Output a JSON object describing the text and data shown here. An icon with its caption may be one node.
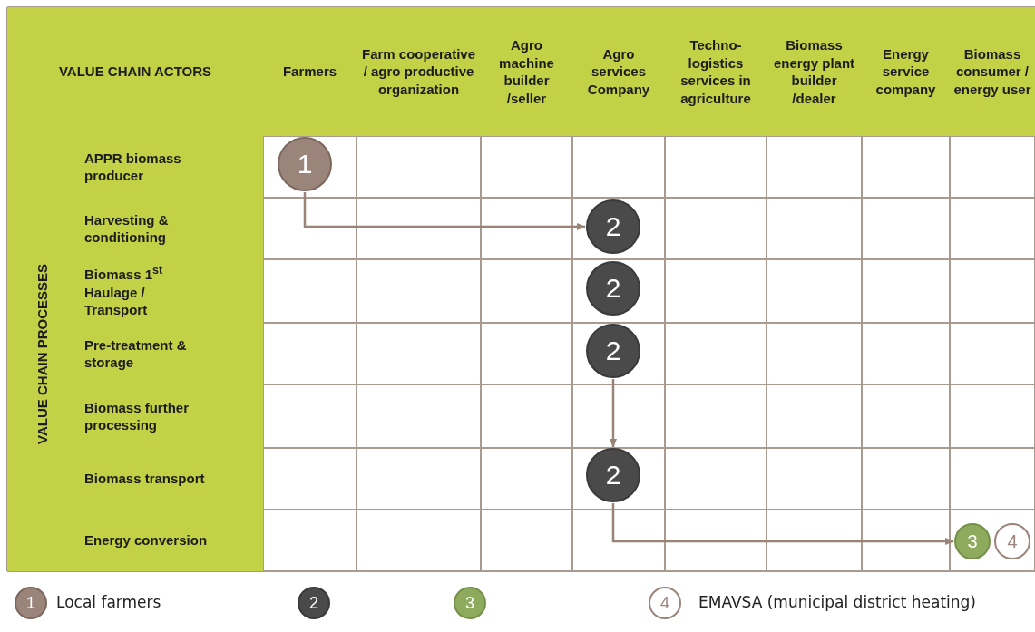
{
  "diagram": {
    "nodes": [
      {
        "text": [
          "1"
        ]
      },
      {
        "text": [
          "2"
        ]
      },
      {
        "text": [
          "2"
        ]
      },
      {
        "text": [
          "2"
        ]
      },
      {
        "text": [
          "2"
        ]
      },
      {
        "text": [
          "3"
        ]
      },
      {
        "text": [
          "4"
        ]
      },
      {
        "text": [
          "1"
        ],
        "beside": [
          "Local farmers"
        ]
      },
      {
        "text": [
          "2"
        ]
      },
      {
        "text": [
          "3"
        ]
      },
      {
        "text": [
          "4"
        ],
        "beside": [
          "EMAVSA (municipal district heating)"
        ]
      }
    ],
    "edges": [
      {
        "from": 0,
        "to": 1,
        "arrow": "to"
      },
      {
        "from": 3,
        "to": 4,
        "arrow": "to"
      },
      {
        "from": 4,
        "to": 5,
        "arrow": "to"
      }
    ],
    "labels": [
      "VALUE CHAIN ACTORS",
      "Farmers",
      "Farm cooperative / agro productive organization",
      "Agro machine builder /seller",
      "Agro services Company",
      "Techno-logistics services in agriculture",
      "Biomass energy plant builder /dealer",
      "Energy service company",
      "Biomass consumer / energy user",
      "VALUE CHAIN PROCESSES",
      "APPR biomass producer",
      "Harvesting & conditioning",
      "Biomass 1$^{st}$ Haulage / Transport",
      "Pre-treatment & storage",
      "Biomass further processing",
      "Biomass transport",
      "Energy conversion"
    ]
  }
}
